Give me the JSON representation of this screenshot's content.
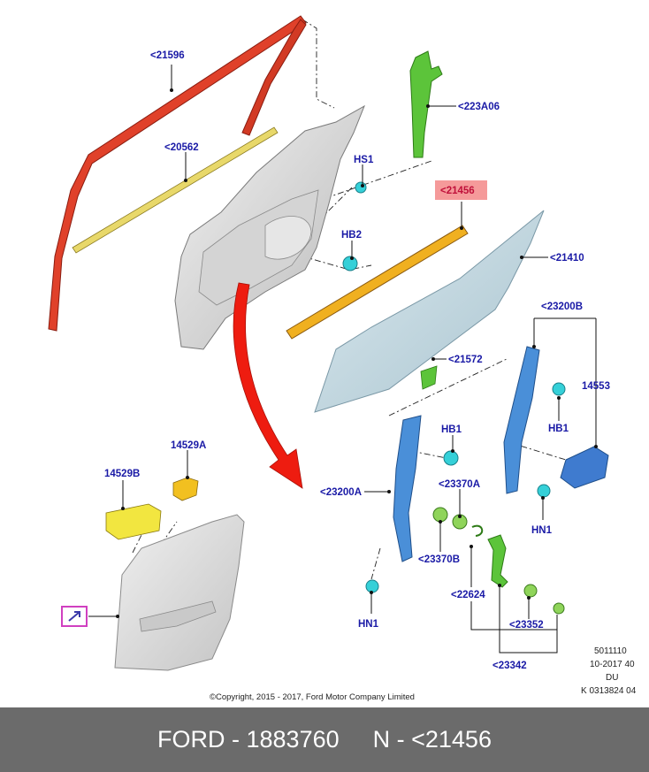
{
  "labels": {
    "l21596": "<21596",
    "l20562": "<20562",
    "l223A06": "<223A06",
    "lHS1": "HS1",
    "l21456": "<21456",
    "lHB2": "HB2",
    "l21410": "<21410",
    "l23200B": "<23200B",
    "l21572": "<21572",
    "l14553": "14553",
    "lHB1a": "HB1",
    "lHB1b": "HB1",
    "l14529A": "14529A",
    "l14529B": "14529B",
    "l23200A": "<23200A",
    "l23370A": "<23370A",
    "l23370B": "<23370B",
    "lHN1a": "HN1",
    "lHN1b": "HN1",
    "l22624": "<22624",
    "l23352": "<23352",
    "l23342": "<23342"
  },
  "meta": {
    "line1": "5011110",
    "line2": "10-2017 40",
    "line3": "DU",
    "line4": "K 0313824 04"
  },
  "copyright": "©Copyright, 2015 - 2017, Ford Motor Company Limited",
  "footer": {
    "part": "FORD - 1883760",
    "ref": "N - <21456"
  },
  "colors": {
    "highlight_box": "#f59a9a",
    "highlight_text": "#c0103a",
    "label": "#1a1aa6",
    "footer_bg": "#6b6b6b",
    "seal": "#e0412a",
    "glass": "#c8dde6",
    "regulator": "#4a8fd8",
    "fastener": "#35d0d8",
    "green_part": "#5cc43a",
    "switch": "#f2e640",
    "weatherstrip": "#f0c020"
  }
}
